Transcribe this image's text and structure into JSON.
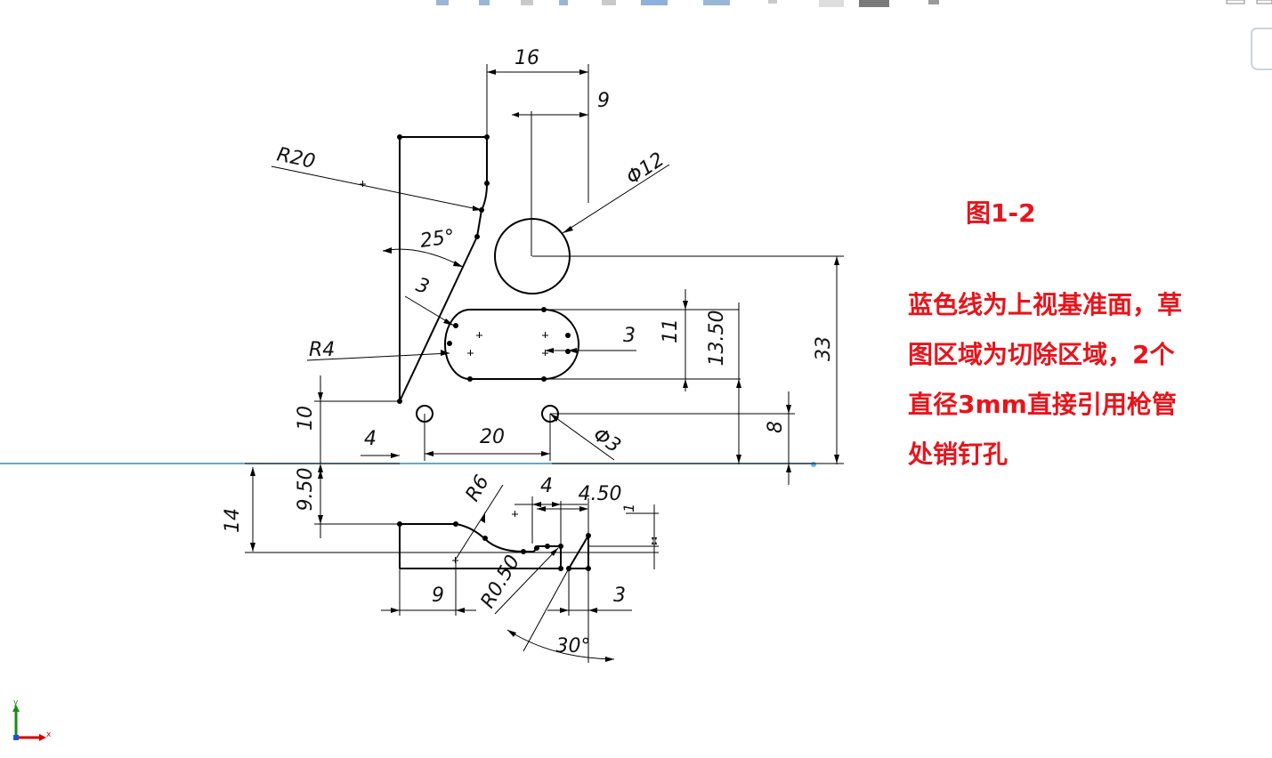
{
  "figure_title": "图1-2",
  "note_lines": [
    "蓝色线为上视基准面，草",
    "图区域为切除区域，2个",
    "直径3mm直接引用枪管",
    "处销钉孔"
  ],
  "dimensions": {
    "d16": "16",
    "d9_top": "9",
    "d12": "Φ12",
    "r20": "R20",
    "a25": "25°",
    "d3_diag": "3",
    "r4": "R4",
    "d3_slot": "3",
    "d11": "11",
    "d13_50": "13.50",
    "d33": "33",
    "d10": "10",
    "d4_left": "4",
    "d20": "20",
    "d3_hole": "Φ3",
    "d8": "8",
    "d9_50": "9.50",
    "d14": "14",
    "r6": "R6",
    "d4_bot": "4",
    "d4_50": "4.50",
    "d1": "1",
    "r0_50": "R0.50",
    "d9_bot": "9",
    "d3_bot": "3",
    "a30": "30°"
  },
  "axis": {
    "x": "x",
    "y": "y"
  },
  "colors": {
    "datum": "#2a8fb8",
    "note": "#e8141b",
    "axis_x": "#d40000",
    "axis_y": "#1a8a1a"
  }
}
